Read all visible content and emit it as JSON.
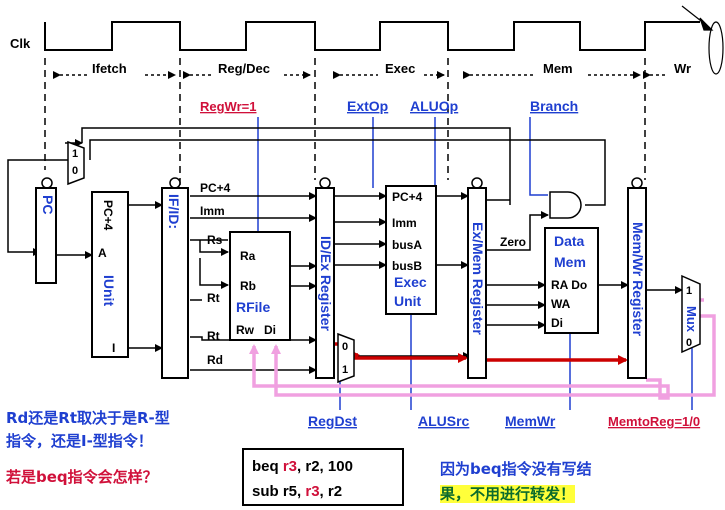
{
  "timing": {
    "clk": "Clk",
    "stages": [
      "Ifetch",
      "Reg/Dec",
      "Exec",
      "Mem",
      "Wr"
    ]
  },
  "control": {
    "regwr": "RegWr=1",
    "extop": "ExtOp",
    "aluop": "ALUOp",
    "branch": "Branch",
    "regdst": "RegDst",
    "alusrc": "ALUSrc",
    "memwr": "MemWr",
    "memtoreg": "MemtoReg=1/0"
  },
  "blocks": {
    "pc": "PC",
    "ifid": "IF/ID:",
    "idex": "ID/Ex Register",
    "exmem": "Ex/Mem Register",
    "memwr": "Mem/Wr Register",
    "iunit": "IUnit",
    "iunit_pc4": "PC+4",
    "iunit_a": "A",
    "iunit_i": "I",
    "rfile": "RFile",
    "ra": "Ra",
    "rb": "Rb",
    "rw": "Rw",
    "di": "Di",
    "exec_pc4": "PC+4",
    "exec_imm": "Imm",
    "exec_busa": "busA",
    "exec_busb": "busB",
    "exec_unit": "Exec",
    "exec_unit2": "Unit",
    "zero": "Zero",
    "dmem1": "Data",
    "dmem2": "Mem",
    "ra_do": "RA Do",
    "wa": "WA",
    "dmem_di": "Di",
    "mux": "Mux",
    "m1": "1",
    "m0": "0"
  },
  "signals": {
    "pc4": "PC+4",
    "imm": "Imm",
    "rs": "Rs",
    "rt1": "Rt",
    "rt2": "Rt",
    "rd": "Rd"
  },
  "notes": {
    "rd_choice_line1": "Rd还是Rt取决于是R-型",
    "rd_choice_line2": "指令，还是I-型指令！",
    "beq_question": "若是beq指令会怎样？",
    "answer_line1": "因为beq指令没有写结",
    "answer_line2": "果，不用进行转发！"
  },
  "code": [
    {
      "op": "beq",
      "dst": "r3",
      "rest": ", r2, 100"
    },
    {
      "op": "sub",
      "pre": "r5, ",
      "dst": "r3",
      "rest": ", r2"
    }
  ],
  "colors": {
    "blue": "#1f3fd0",
    "red": "#d0103a",
    "pink": "#f0a0e0",
    "dark_red": "#cc0000"
  }
}
